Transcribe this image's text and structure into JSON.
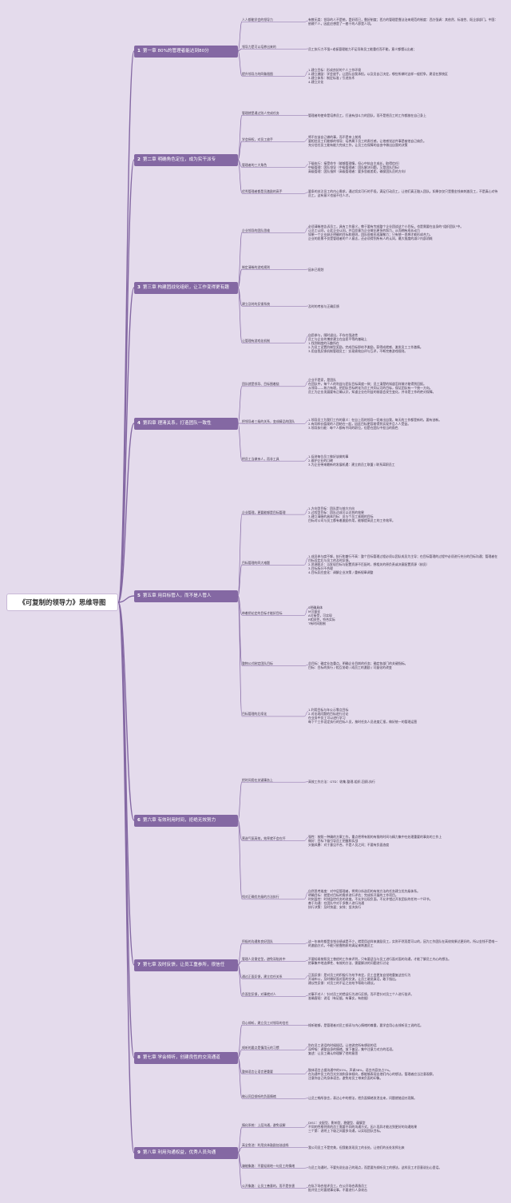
{
  "colors": {
    "background": "#e4dbec",
    "chapter": "#8468a3",
    "line": "#8468a3",
    "text": "#3d3448"
  },
  "root": {
    "title": "《可复制的领导力》思维导图"
  },
  "chapters": [
    {
      "num": "1",
      "title": "第一章 80%的管理者能达到80分",
      "subs": [
        {
          "label": "人人都能学会的领导力",
          "details": [
            "有教无类：领导的人不是统，是好而已，靠好制度；西方的管理是靠法治来规范的制度：西方强调：其依然、标准性、既企部部门。中国：依赖个人，因此应想是了一套干的人即是人项。"
          ]
        },
        {
          "label": "领导力是可以培养出来的",
          "details": [
            "员工执行力不强+老板管理能力不足导致员工能重任而不能，意义都懂认出者；"
          ]
        },
        {
          "label": "提升领导力的四象限图",
          "details": [
            "1.建立目标：形成良好的个人工作环境",
            "2.建立激励：学会放手，让团队自我承担。以及员自己决定，哪些所做时这样一般招争。建设在那统区",
            "3.建立体系：制定标准 / 引进技术",
            "4.建立文化"
          ]
        }
      ]
    },
    {
      "num": "2",
      "title": "第二章 明确角色定位，成为实干派专",
      "subs": [
        {
          "label": "管理就是通过别人完成任务",
          "details": [
            "管理者的使命是培养员工，打造有战斗力的团队，而不是把员工的工作都放在自己身上"
          ]
        },
        {
          "label": "学会授权，对员工放手",
          "details": [
            "将不应该自己做的事，而不是亲上前线",
            "要相信员工们能够的领导；培养属于员工的责任感，让他感觉这件事是被他自己肩负。",
            "充分信任员工能有能力完成工作，让员工在保障的自由中做出自我的决策"
          ]
        },
        {
          "label": "管理者的三大角色",
          "details": [
            "下级执行：接受命令（能够管理情，但心中执自主成长，取得信任）",
            "中级管理：团队领导（中级管理者：团队解决问题，又是团队目标）",
            "高级管理：团队指挥（高级管理者：要多思维差距，确保团队员的方向）"
          ]
        },
        {
          "label": "优秀管理者都是员激励的高手",
          "details": [
            "要条的关注员工的内心需求，通过切实可行的手段，满足打动员工，让他们真正融入团队。如果仅仅只是靠金钱来刺激员工，不是真心对待员工，这有意义也留不住人才。"
          ]
        }
      ]
    },
    {
      "num": "3",
      "title": "第三章 构建团战化组织，让工作变得更有趣",
      "subs": [
        {
          "label": "企业领导的团队思维",
          "details": [
            "必须清晰地告诉员工，具有工作意义，教于要有完成整个企业团战这个小目标，也是需要在自身的\"组织团队\"中。",
            "让员工认同，让此企业认同，并且愿意为企业做出更多的努力，从而拥有成长动力",
            "如果一个企业缺乏明确的目标和规则，团队很难形成凝聚力；只有统一思想才能形成合力。",
            "企业的愿景不仅是管理者的个人意志，还必须得到所有人的认同，最大限度的减少内部消耗"
          ]
        },
        {
          "label": "制定清晰的游戏规则",
          "details": [
            "因未已规划"
          ]
        },
        {
          "label": "建立及时的反馈系统",
          "details": [
            "及时的考核与正确反馈"
          ]
        },
        {
          "label": "让管理有游戏化机制",
          "details": [
            "自愿参与，随时退出，不存在强迫性",
            "员工与企业的博弈建立在自愿平等的基础上",
            "1.找到制度的乐趣所在",
            "2.为员工设置阶梯型奖励，完成目标即给予激励，获得成就感、激发员工工作激情。",
            "3.用自我反馈机制管理员工：实现绩效自评与互评，不断完善游戏规则。"
          ]
        }
      ]
    },
    {
      "num": "4",
      "title": "第四章 理清关系，打造团队一致性",
      "subs": [
        {
          "label": "团队就是领导、目标围着绕",
          "details": [
            "企业不是家，是团队",
            "在团队中，每个人的利益与团队目标高度一致；员工清楚的知道怎样做才能得到回报。",
            "从领导——致力有理，把团队目标转化为员工共同认可的目标，保证团队有一个统一方向。",
            "员工为企业发展要有正确认识，知道企业在利益的前面会发生变化，并非是工作的绝对保障。"
          ]
        },
        {
          "label": "把领导者三级的关系，变成精品的团队",
          "details": [
            "1.领导员工为我们工作的意义：在自上而的领导一切来出自我，每天的工作都是新的，要有创新。",
            "2.有同样价值观的人团结在一起，因此目标更容易得到实现并且人人受益。",
            "3.领导执行能：每个人都有不同的职位，但是在团队中担当的角色"
          ]
        },
        {
          "label": "把员工当做亲人，而非工具",
          "details": [
            "1.促进每位员工做好该做的事",
            "2.维护企业的口碑",
            "3.为企业带来最新的发展机遇：建立前员工联盟 / 联系离职员工"
          ]
        }
      ]
    },
    {
      "num": "5",
      "title": "第五章 用目标管人，而不是人管人",
      "subs": [
        {
          "label": "企业管理，更要能够是目标管理",
          "details": [
            "1.方向型目标：团队是与前方方向",
            "2.过程型目标：团队达成可以达到的效果",
            "3.建立清晰的具体目标：员与个员工紧随的目标",
            "目标对公司与员工都有着激励作用，能够提高员工的工作效率。"
          ]
        },
        {
          "label": "目标管理的四大难题",
          "details": [
            "1.成员参与度不够，执行和兼行不高：整个目标管理过程必须以团队成员为主导；在目标管理的过程中必须进行充分的目标沟通；管理者在目标设定后与员工的及时反馈。",
            "2.资源匮乏：当发现目标与配置资源不匹配时，想相关的原负责或决意配置资源（核员）",
            "3.目标拆分不合理",
            "4.目标反应变化：调解企业决策 / 重新规章调整"
          ]
        },
        {
          "label": "带着把论定的目标才能好目标",
          "details": [
            "S明确具体",
            "M可量化",
            "A可接受，可实现",
            "R相关性，符合实际",
            "T有时间限制"
          ]
        },
        {
          "label": "整物公式制定团队目标",
          "details": [
            "总目标：确定业务重点，明确企业目前的任务；确定各部门的关键指标。",
            "目标：目标的执行 / 相互协助 / 成员工的激励 / 可量化的改变"
          ]
        },
        {
          "label": "目标管理的后续化",
          "details": [
            "1.利用目标与年公示零点目标",
            "2.对出现问题的目标进行讨论",
            "在业务中员工可以进行学习",
            "每下个工作设定执行的目标人员，按时任务人员进度汇报，做好统一的管理运营"
          ]
        }
      ]
    },
    {
      "num": "6",
      "title": "第六章 有效利用时间，拒绝无效努力",
      "subs": [
        {
          "label": "把时间用在关键事务上",
          "details": [
            "高效工作方法：GTD：收集-整理-组织-回顾-执行"
          ]
        },
        {
          "label": "营造气氛高效，效率就不会在坏",
          "details": [
            "强性：按照一种确的方案工作，重点把将有限的有限的时间与精力集中在处理重要的事务的工作上",
            "做好：目标下级引导员工把握和实战",
            "头脑风暴：对于意见不合，不是人员之间；不要有负面态度"
          ]
        },
        {
          "label": "找对正确优先级的方法执行",
          "details": [
            "自然思考维度：对中层管理者，将将分析选用的有效方法的任务建立优先级体系。",
            "明确目标：就是对目标的需求进行评估；完成所开展的工作项目。",
            "时刻监控：时刻监控任务的进度。不允许出现负面，不允许错过开发团队的任何一个环节。",
            "善于沟通：在团队中对于多数人进行沟通",
            "执行决策：及时快速；安排；坚决执行"
          ]
        }
      ]
    },
    {
      "num": "7",
      "title": "第七章 及时反馈，让员工重参所，很信任",
      "subs": [
        {
          "label": "积极的沟通和良好团队",
          "details": [
            "这一年来的都是金钱业绩或是不少，就是用这样来激励员工，实则不然而是可以的，因为工作团队在高校效果达更好的，所以金钱不是唯一的激励方式，不能只依靠物质的满足来刺激员工"
          ]
        },
        {
          "label": "管理人员需定型，避免深陷其中",
          "details": [
            "不要轻易按照员工曾经的工作来评判，只有要适当与员工进行面对面的沟通，才能了解员工内心的想法。",
            "把事集中地选择性、有效的方法、需要解决的问题进行讨论"
          ]
        },
        {
          "label": "通过正面反馈，建立信任关系",
          "details": [
            "正面反馈：是对员工的积极行为给予肯定，员工会更加自觉地重复这些行为",
            "开诚布公，及时做好面对面的交流，让员工敢说真话，敢于指出。",
            "建议性反馈：对员工的不足之处给予帮助与建议。"
          ]
        },
        {
          "label": "负面型反馈，对事就对人",
          "details": [
            "对事不对人：针对员工的错误行为进行反馈，而不是针对员工个人进行批评。",
            "准确客观：说话（有证据，有事实，有依据）"
          ]
        }
      ]
    },
    {
      "num": "8",
      "title": "第七章 学会倾听，创建良性的交流通道",
      "subs": [
        {
          "label": "用心倾听，建立员工对领导的信任",
          "details": [
            "倾听能够，是管理者对员工倾诉与内心情绪的尊重，要学会用心去倾听员工说的话。"
          ]
        },
        {
          "label": "倾听的要点是慎用元的习惯",
          "details": [
            "别在员工说话的时候插话，让他说完所有想说的话",
            "深呼吸：调整自身的情绪，放下偏见，集中注意力对方的话语。",
            "复述：让员工确认你理解了他的意思"
          ]
        },
        {
          "label": "整体语言让语言更重要",
          "details": [
            "肢体语言占据沟通中的55%，声调38%，语言内容仅占7%。",
            "在沟通中员工的目光交流和身体倾向，都能够表现出他们内心的想法，管理者应当注意观察。",
            "注意你自己的身体语言，避免给员工带来负面的印象。"
          ]
        },
        {
          "label": "做认同且倾听的负面情绪",
          "details": [
            "让员工畅所欲言，表达心中的想法，把负面情绪发泄出来，问题就能迎刃而解。"
          ]
        }
      ]
    },
    {
      "num": "9",
      "title": "第八章 利用沟通权益，优秀人员沟通",
      "subs": [
        {
          "label": "慎化系统：上层沟通，避免误解",
          "details": [
            "DISC：支配型、影响型、稳健型、谨慎型",
            "不同的性格特质的员工需要不同的沟通方式，因人而异才能达到更好的沟通效果",
            "三个第：说明上下级之间要多沟通，以实现团队目标。"
          ]
        },
        {
          "label": "高全鱼池：利用实体鼓励加油战线",
          "details": [
            "我公司员工不是完美，但我能发现员工的长处，让他们的长处发挥出来"
          ]
        },
        {
          "label": "谦能象路：不要轻易地一句员工的情绪",
          "details": [
            "与员工沟通时，不要先说出自己的观点，而是要先倾听员工的想法，这样员工才愿意说出心里话。"
          ]
        },
        {
          "label": "公开象路：让员工善意的，而不是伤害",
          "details": [
            "在私下场合批评员工，在公开场合表扬员工",
            "批评员工时要就事论事，不要进行人身攻击"
          ]
        }
      ]
    }
  ]
}
